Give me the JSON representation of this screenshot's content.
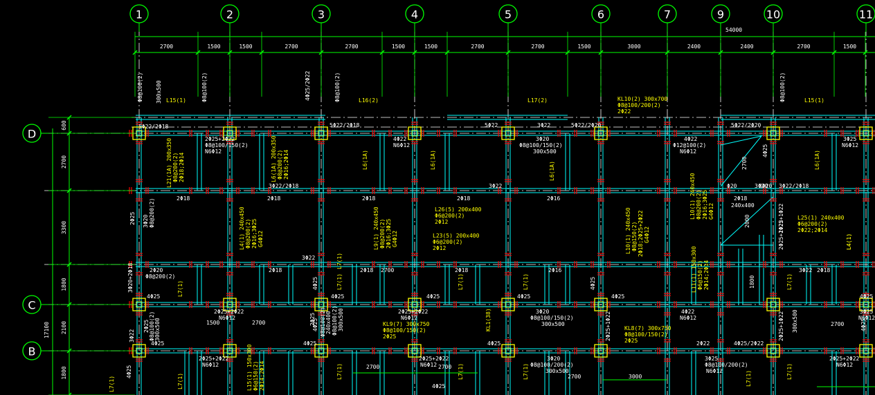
{
  "colors": {
    "background": "#000000",
    "grid_line": "#ffffff",
    "beam": "#00ffff",
    "column_fill": "#ffff00",
    "rebar_mark": "#ff0000",
    "dim_line": "#00ff00",
    "axis_bubble": "#00ff00",
    "note_yellow": "#ffff00",
    "note_white": "#ffffff"
  },
  "axes_top": [
    "1",
    "2",
    "3",
    "4",
    "5",
    "6",
    "7",
    "9",
    "10",
    "11"
  ],
  "axes_left": [
    "D",
    "C",
    "B"
  ],
  "dims_top": {
    "total": "54000",
    "segments": [
      "2700",
      "1500",
      "1500",
      "2700",
      "2700",
      "1500",
      "1500",
      "2700",
      "2700",
      "1500",
      "3000",
      "2400",
      "2400",
      "2700",
      "1500"
    ]
  },
  "dims_left": {
    "total": "17100",
    "segments": [
      "600",
      "2700",
      "3300",
      "1800",
      "2100",
      "1800"
    ]
  },
  "notes": {
    "n01": "Φ8@100(2)",
    "n02": "300x500",
    "n03": "L15(1)",
    "n04": "Φ8@100(2)",
    "n05": "4Φ25/2Φ22",
    "n06": "Φ8@100(2)",
    "n07": "L16(2)",
    "n08": "L17(2)",
    "n09": "KL10(2) 300x700",
    "n10": "Φ8@100/200(2)",
    "n11": "2Φ22",
    "n12": "Φ8@100(2)",
    "n13": "L15(1)",
    "n14": "5Φ22/2Φ18",
    "n15": "5Φ22/2Φ18",
    "n16": "5Φ22",
    "n17": "3Φ22",
    "n18": "5Φ22/2Φ20",
    "n19": "5Φ22/2Φ20",
    "n20": "2Φ25+2Φ22",
    "n21": "Φ8@100/150(2)",
    "n22": "N6Φ12",
    "n23": "4Φ22",
    "n24": "N6Φ12",
    "n25": "3Φ20",
    "n26": "Φ8@100/150(2)",
    "n27": "300x500",
    "n28": "4Φ22",
    "n29": "Φ12@100(2)",
    "n30": "N6Φ12",
    "n31": "3Φ25",
    "n32": "N6Φ12",
    "n33": "L21(1A) 200x350",
    "n34": "Φ8@200(2)",
    "n35": "2Φ18;2Φ14",
    "n36": "L6(1A) 200x350",
    "n37": "Φ8@200(2)",
    "n38": "2Φ16;2Φ14",
    "n39": "L6(1A)",
    "n40": "L6(1A)",
    "n41": "L6(1A)",
    "n42": "L6(1A)",
    "n43": "3Φ22/2Φ18",
    "n44": "3Φ22",
    "n45": "3Φ22/2Φ18",
    "n46": "3Φ20",
    "n47": "2Φ18",
    "n48": "2Φ18",
    "n49": "2Φ18",
    "n50": "2Φ18",
    "n51": "2Φ16",
    "n52": "Φ20",
    "n53": "2Φ18",
    "n54": "240x400",
    "n55": "L26(5) 200x400",
    "n56": "Φ6@200(2)",
    "n57": "2Φ12",
    "n58": "L23(5) 200x400",
    "n59": "Φ6@200(2)",
    "n60": "2Φ12",
    "n61": "L4(1) 240x450",
    "n62": "Φ8@200(2)",
    "n63": "2Φ16;3Φ25",
    "n64": "G4Φ12",
    "n65": "L9(1) 240x450",
    "n66": "Φ8@200(2)",
    "n67": "2Φ16;3Φ25",
    "n68": "G4Φ12",
    "n69": "L10(1) 240x450",
    "n70": "Φ8@150(2)",
    "n71": "2Φ18;2Φ25+2Φ22",
    "n72": "G4Φ12",
    "n73": "L10(1) 240x450",
    "n74": "Φ8@200(2)",
    "n75": "2Φ16;3Φ25",
    "n76": "G4Φ12",
    "n77": "L25(1) 240x400",
    "n78": "Φ6@200(2)",
    "n79": "2Φ22;2Φ14",
    "n80": "L4(1)",
    "n81": "3Φ22",
    "n82": "2Φ25+1Φ22",
    "n83": "L11(1) 150x300",
    "n84": "Φ6@150(2)",
    "n85": "2Φ14;2Φ14",
    "n86": "3Φ20",
    "n87": "Φ8@200(2)",
    "n88": "3Φ20+2Φ18",
    "n89": "2Φ20",
    "n90": "Φ8@200(2)",
    "n91": "3Φ22",
    "n92": "2Φ18",
    "n93": "2Φ18",
    "n94": "2Φ18",
    "n95": "2Φ16",
    "n96": "2Φ18",
    "n97": "2Φ25",
    "n98": "L7(1)",
    "n99": "L7(1)",
    "n100": "L7(1)",
    "n101": "L7(1)",
    "n102": "L7(1)",
    "n103": "L7(1)",
    "n104": "L7(1)",
    "n105": "L7(1)",
    "n106": "4Φ25",
    "n107": "4Φ25",
    "n108": "4Φ25",
    "n109": "4Φ25",
    "n110": "4Φ25",
    "n111": "4Φ25",
    "n112": "4Φ25",
    "n113": "4Φ25",
    "n114": "2Φ25+2Φ22",
    "n115": "N6Φ12",
    "n116": "2Φ25+2Φ22",
    "n117": "N6Φ12",
    "n118": "3Φ20",
    "n119": "Φ8@100/150(2)",
    "n120": "300x500",
    "n121": "4Φ22",
    "n122": "N6Φ12",
    "n123": "3Φ25",
    "n124": "N6Φ12",
    "n125": "KL9(7) 300x750",
    "n126": "Φ8@100/150(2)",
    "n127": "2Φ25",
    "n128": "KL8(7) 300x750",
    "n129": "Φ8@100/150(2)",
    "n130": "2Φ25",
    "n131": "KL1(38)",
    "n132": "Φ8@100(2)",
    "n133": "300x500",
    "n134": "2Φ25",
    "n135": "Φ8@100(2)",
    "n136": "300x500",
    "n137": "2Φ25+1Φ22",
    "n138": "2Φ25+1Φ22",
    "n139": "300x500",
    "n140": "4Φ25",
    "n141": "4Φ25",
    "n142": "4Φ25",
    "n143": "4Φ25/2Φ22",
    "n144": "2Φ25+2Φ22",
    "n145": "N6Φ12",
    "n146": "2Φ25+2Φ22",
    "n147": "N6Φ12",
    "n148": "3Φ20",
    "n149": "Φ8@100/200(2)",
    "n150": "300x500",
    "n151": "3Φ25",
    "n152": "Φ8@100/200(2)",
    "n153": "N6Φ12",
    "n154": "2Φ25+2Φ22",
    "n155": "N6Φ12",
    "n156": "L15(1) 150x300",
    "n157": "Φ6@150(2)",
    "n158": "2Φ14;2Φ14",
    "n159": "2700",
    "n160": "2700",
    "n161": "2700",
    "n162": "3000",
    "n163": "1500",
    "n164": "2700",
    "n165": "2700",
    "n166": "2700",
    "n167": "1800",
    "n168": "2000",
    "n169": "2700",
    "n170": "3Φ22",
    "n171": "4Φ25",
    "n172": "4Φ25",
    "n173": "4Φ25",
    "n174": "2Φ22",
    "n175": "4Φ25",
    "n176": "2Φ25",
    "n177": "Φ8@100(2)",
    "n178": "240x400",
    "n179": "L7(1)",
    "n180": "L7(1)",
    "n181": "L7(1)",
    "n182": "L7(1)",
    "n183": "L7(1)",
    "n184": "3Φ20",
    "n185": "2Φ25+1Φ22",
    "n186": "4Φ25",
    "n187": "L4(1)"
  }
}
